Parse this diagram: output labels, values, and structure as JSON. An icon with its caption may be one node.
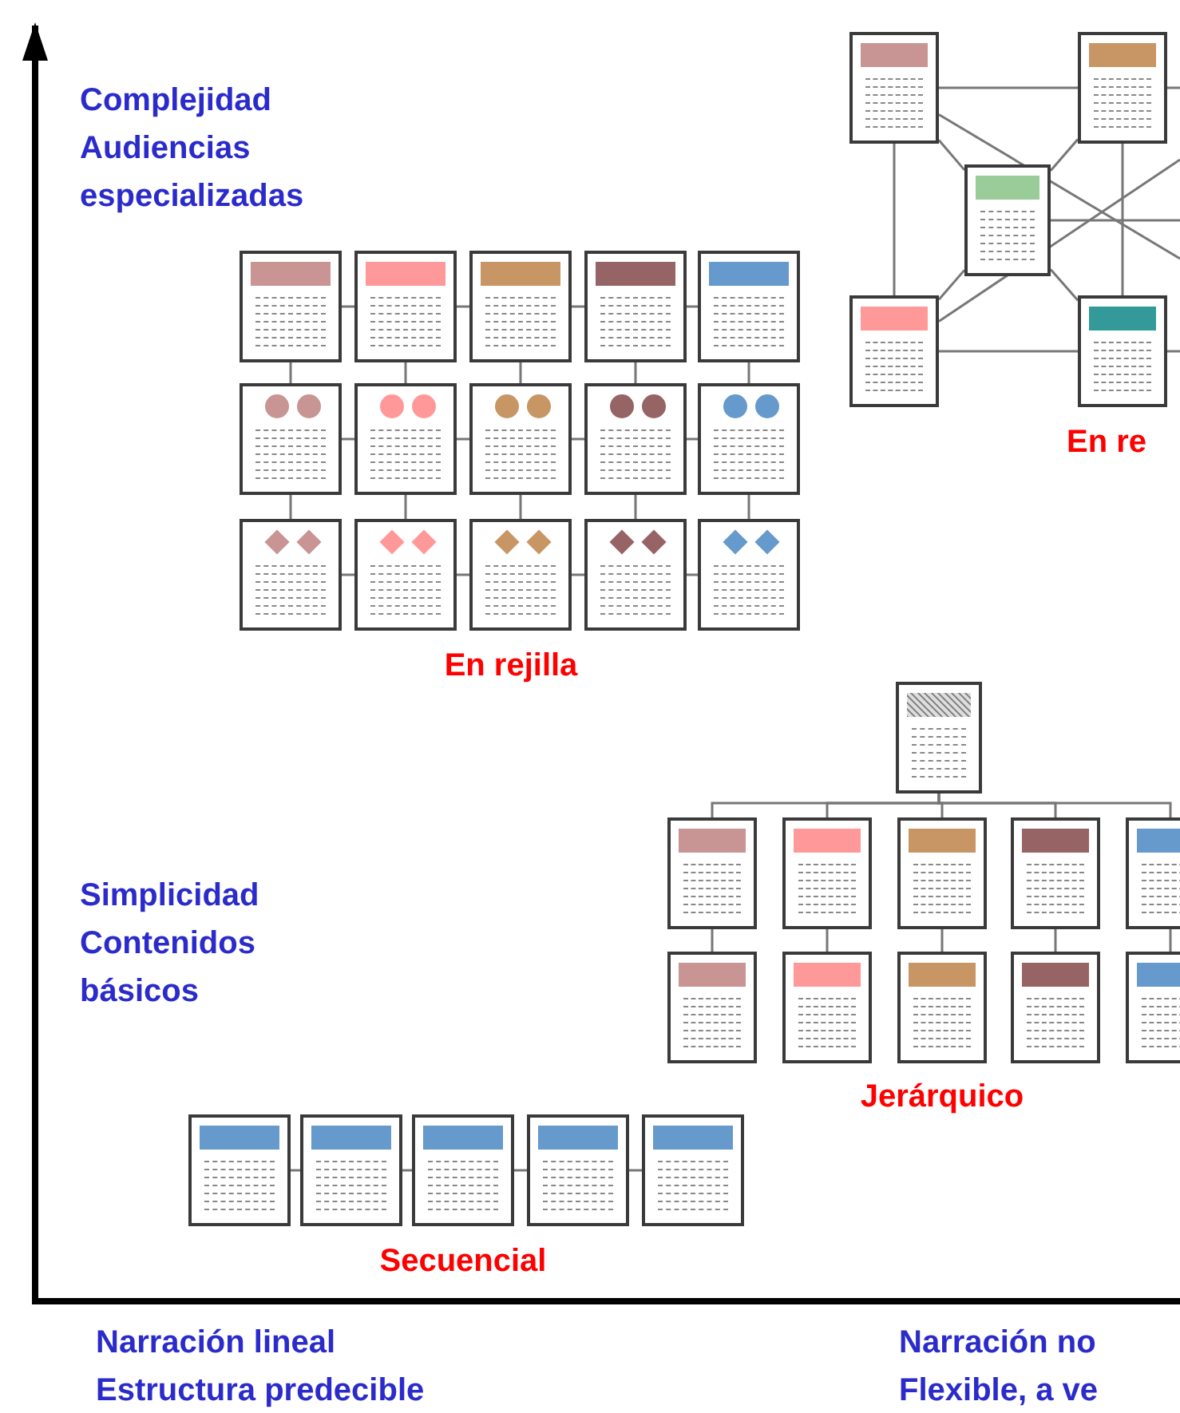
{
  "diagram": {
    "nodes": [
      {
        "text": [],
        "shape": "box"
      },
      {
        "text": [],
        "shape": "box"
      },
      {
        "text": [],
        "shape": "box"
      },
      {
        "text": [],
        "shape": "box"
      },
      {
        "text": [],
        "shape": "box"
      },
      {
        "text": [],
        "shape": "box"
      },
      {
        "text": [],
        "shape": "box"
      },
      {
        "text": [],
        "shape": "box"
      },
      {
        "text": [],
        "shape": "box"
      },
      {
        "text": [],
        "shape": "box"
      },
      {
        "text": [],
        "shape": "box"
      },
      {
        "text": [],
        "shape": "box"
      },
      {
        "text": [],
        "shape": "box"
      },
      {
        "text": [],
        "shape": "box"
      },
      {
        "text": [],
        "shape": "box"
      },
      {
        "text": [],
        "shape": "box"
      },
      {
        "text": [],
        "shape": "box"
      },
      {
        "text": [],
        "shape": "box"
      },
      {
        "text": [],
        "shape": "box"
      },
      {
        "text": [],
        "shape": "box"
      },
      {
        "text": [],
        "shape": "box"
      },
      {
        "text": [],
        "shape": "box"
      },
      {
        "text": [],
        "shape": "box"
      },
      {
        "text": [],
        "shape": "box"
      },
      {
        "text": [],
        "shape": "box"
      },
      {
        "text": [],
        "shape": "box"
      },
      {
        "text": [],
        "shape": "box"
      },
      {
        "text": [],
        "shape": "box"
      },
      {
        "text": [],
        "shape": "box"
      },
      {
        "text": [],
        "shape": "box"
      },
      {
        "text": [],
        "shape": "box"
      },
      {
        "text": [],
        "shape": "box"
      },
      {
        "text": [],
        "shape": "box"
      },
      {
        "text": [],
        "shape": "box"
      },
      {
        "text": [],
        "shape": "box"
      },
      {
        "text": [],
        "shape": "box"
      }
    ],
    "edges": [
      {
        "from": 0,
        "to": 1,
        "arrow": "none"
      },
      {
        "from": 0,
        "to": 2,
        "arrow": "none"
      },
      {
        "from": 0,
        "to": 3,
        "arrow": "none"
      },
      {
        "from": 1,
        "to": 2,
        "arrow": "none"
      },
      {
        "from": 1,
        "to": 4,
        "arrow": "none"
      },
      {
        "from": 2,
        "to": 3,
        "arrow": "none"
      },
      {
        "from": 2,
        "to": 4,
        "arrow": "none"
      },
      {
        "from": 3,
        "to": 4,
        "arrow": "none"
      },
      {
        "from": 0,
        "to": null,
        "arrow": "none"
      },
      {
        "from": 3,
        "to": null,
        "arrow": "none"
      },
      {
        "from": 2,
        "to": null,
        "arrow": "none"
      },
      {
        "from": 1,
        "to": null,
        "arrow": "none"
      },
      {
        "from": 4,
        "to": null,
        "arrow": "none"
      },
      {
        "from": 5,
        "to": 6,
        "arrow": "none"
      },
      {
        "from": 6,
        "to": 7,
        "arrow": "none"
      },
      {
        "from": 7,
        "to": 8,
        "arrow": "none"
      },
      {
        "from": 8,
        "to": 9,
        "arrow": "none"
      },
      {
        "from": 10,
        "to": 11,
        "arrow": "none"
      },
      {
        "from": 11,
        "to": 12,
        "arrow": "none"
      },
      {
        "from": 12,
        "to": 13,
        "arrow": "none"
      },
      {
        "from": 13,
        "to": 14,
        "arrow": "none"
      },
      {
        "from": 15,
        "to": 16,
        "arrow": "none"
      },
      {
        "from": 16,
        "to": 17,
        "arrow": "none"
      },
      {
        "from": 17,
        "to": 18,
        "arrow": "none"
      },
      {
        "from": 18,
        "to": 19,
        "arrow": "none"
      },
      {
        "from": 5,
        "to": 10,
        "arrow": "none"
      },
      {
        "from": 6,
        "to": 11,
        "arrow": "none"
      },
      {
        "from": 7,
        "to": 12,
        "arrow": "none"
      },
      {
        "from": 8,
        "to": 13,
        "arrow": "none"
      },
      {
        "from": 9,
        "to": 14,
        "arrow": "none"
      },
      {
        "from": 10,
        "to": 15,
        "arrow": "none"
      },
      {
        "from": 11,
        "to": 16,
        "arrow": "none"
      },
      {
        "from": 12,
        "to": 17,
        "arrow": "none"
      },
      {
        "from": 13,
        "to": 18,
        "arrow": "none"
      },
      {
        "from": 14,
        "to": 19,
        "arrow": "none"
      },
      {
        "from": 20,
        "to": 21,
        "arrow": "none"
      },
      {
        "from": 20,
        "to": 22,
        "arrow": "none"
      },
      {
        "from": 20,
        "to": 23,
        "arrow": "none"
      },
      {
        "from": 20,
        "to": 24,
        "arrow": "none"
      },
      {
        "from": 20,
        "to": 25,
        "arrow": "none"
      },
      {
        "from": 21,
        "to": 26,
        "arrow": "none"
      },
      {
        "from": 22,
        "to": 27,
        "arrow": "none"
      },
      {
        "from": 23,
        "to": 28,
        "arrow": "none"
      },
      {
        "from": 24,
        "to": 29,
        "arrow": "none"
      },
      {
        "from": 25,
        "to": 30,
        "arrow": "none"
      },
      {
        "from": 31,
        "to": 32,
        "arrow": "none"
      },
      {
        "from": 32,
        "to": 33,
        "arrow": "none"
      },
      {
        "from": 33,
        "to": 34,
        "arrow": "none"
      },
      {
        "from": 34,
        "to": 35,
        "arrow": "none"
      }
    ],
    "labels": [
      "Complejidad",
      "Audiencias especializadas",
      "En re",
      "En rejilla",
      "Jerárquico",
      "Simplicidad",
      "Contenidos básicos",
      "Secuencial",
      "Narración lineal",
      "Estructura predecible",
      "Narración no",
      "Flexible, a ve"
    ]
  }
}
